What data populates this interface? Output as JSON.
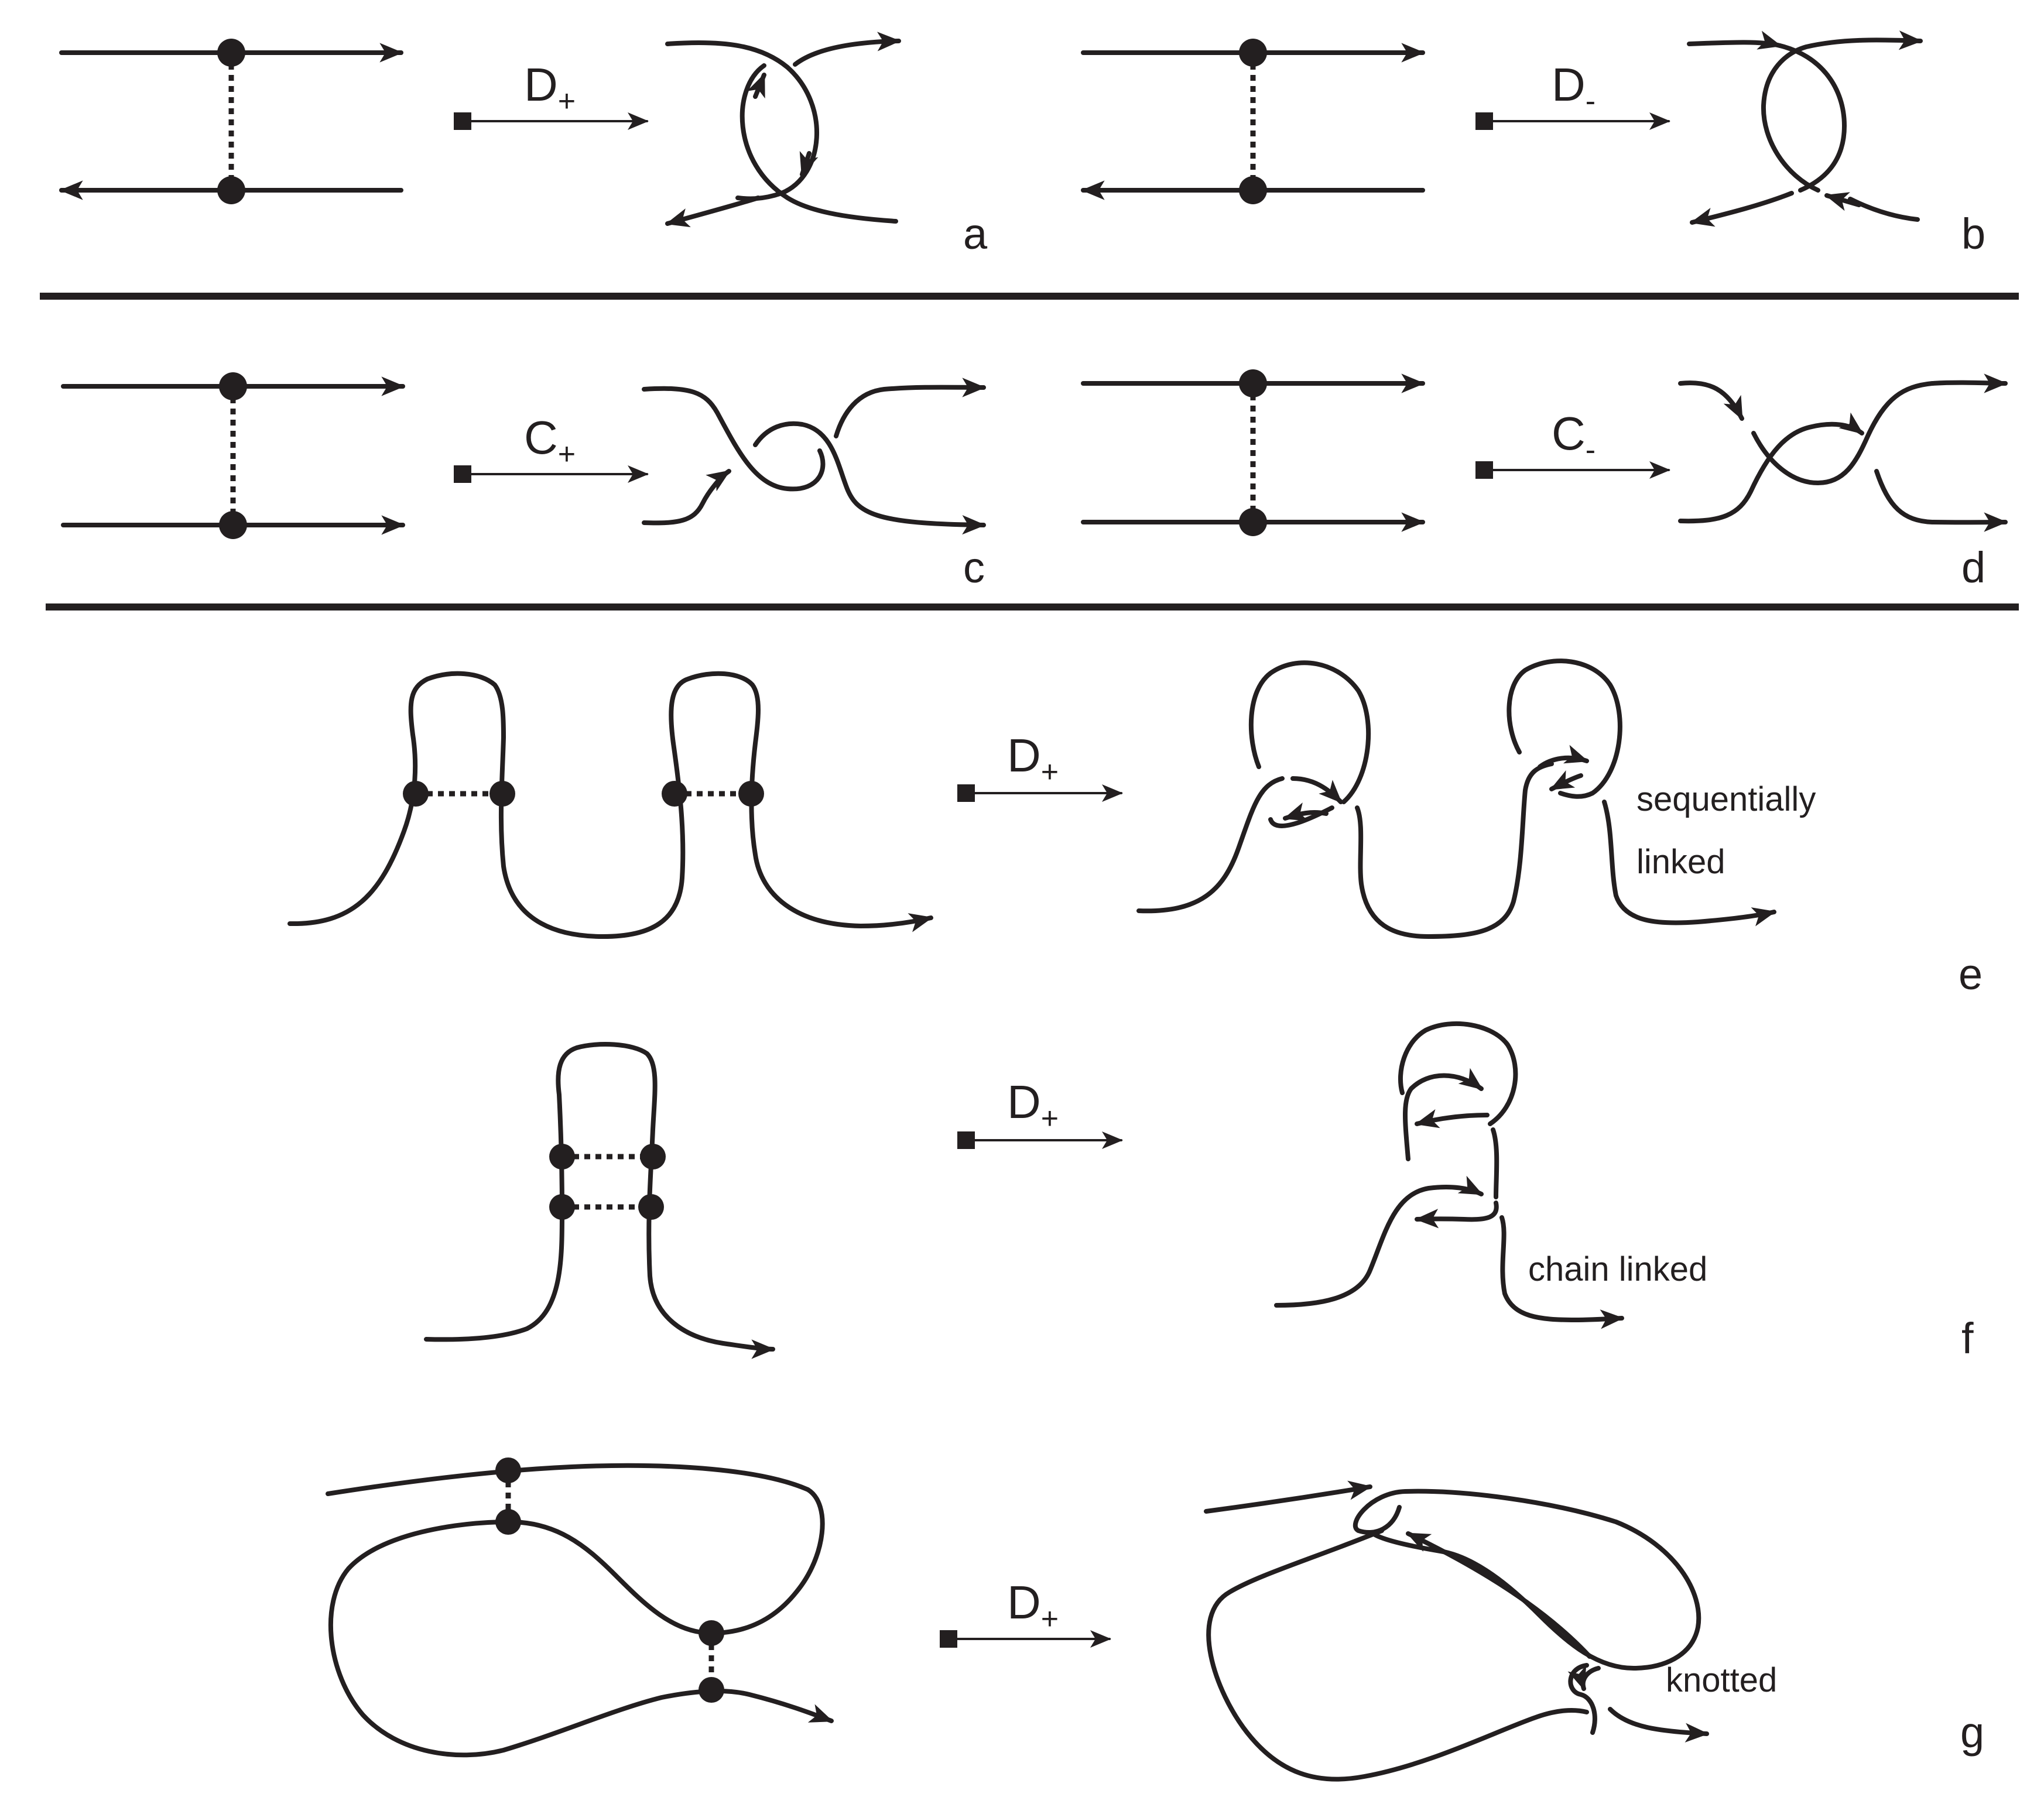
{
  "operators": {
    "a": {
      "main": "D",
      "sub": "+"
    },
    "b": {
      "main": "D",
      "sub": "-"
    },
    "c": {
      "main": "C",
      "sub": "+"
    },
    "d": {
      "main": "C",
      "sub": "-"
    },
    "e": {
      "main": "D",
      "sub": "+"
    },
    "f": {
      "main": "D",
      "sub": "+"
    },
    "g": {
      "main": "D",
      "sub": "+"
    }
  },
  "panel_letters": {
    "a": "a",
    "b": "b",
    "c": "c",
    "d": "d",
    "e": "e",
    "f": "f",
    "g": "g"
  },
  "annotations": {
    "e_line1": "sequentially",
    "e_line2": "linked",
    "f": "chain linked",
    "g": "knotted"
  }
}
